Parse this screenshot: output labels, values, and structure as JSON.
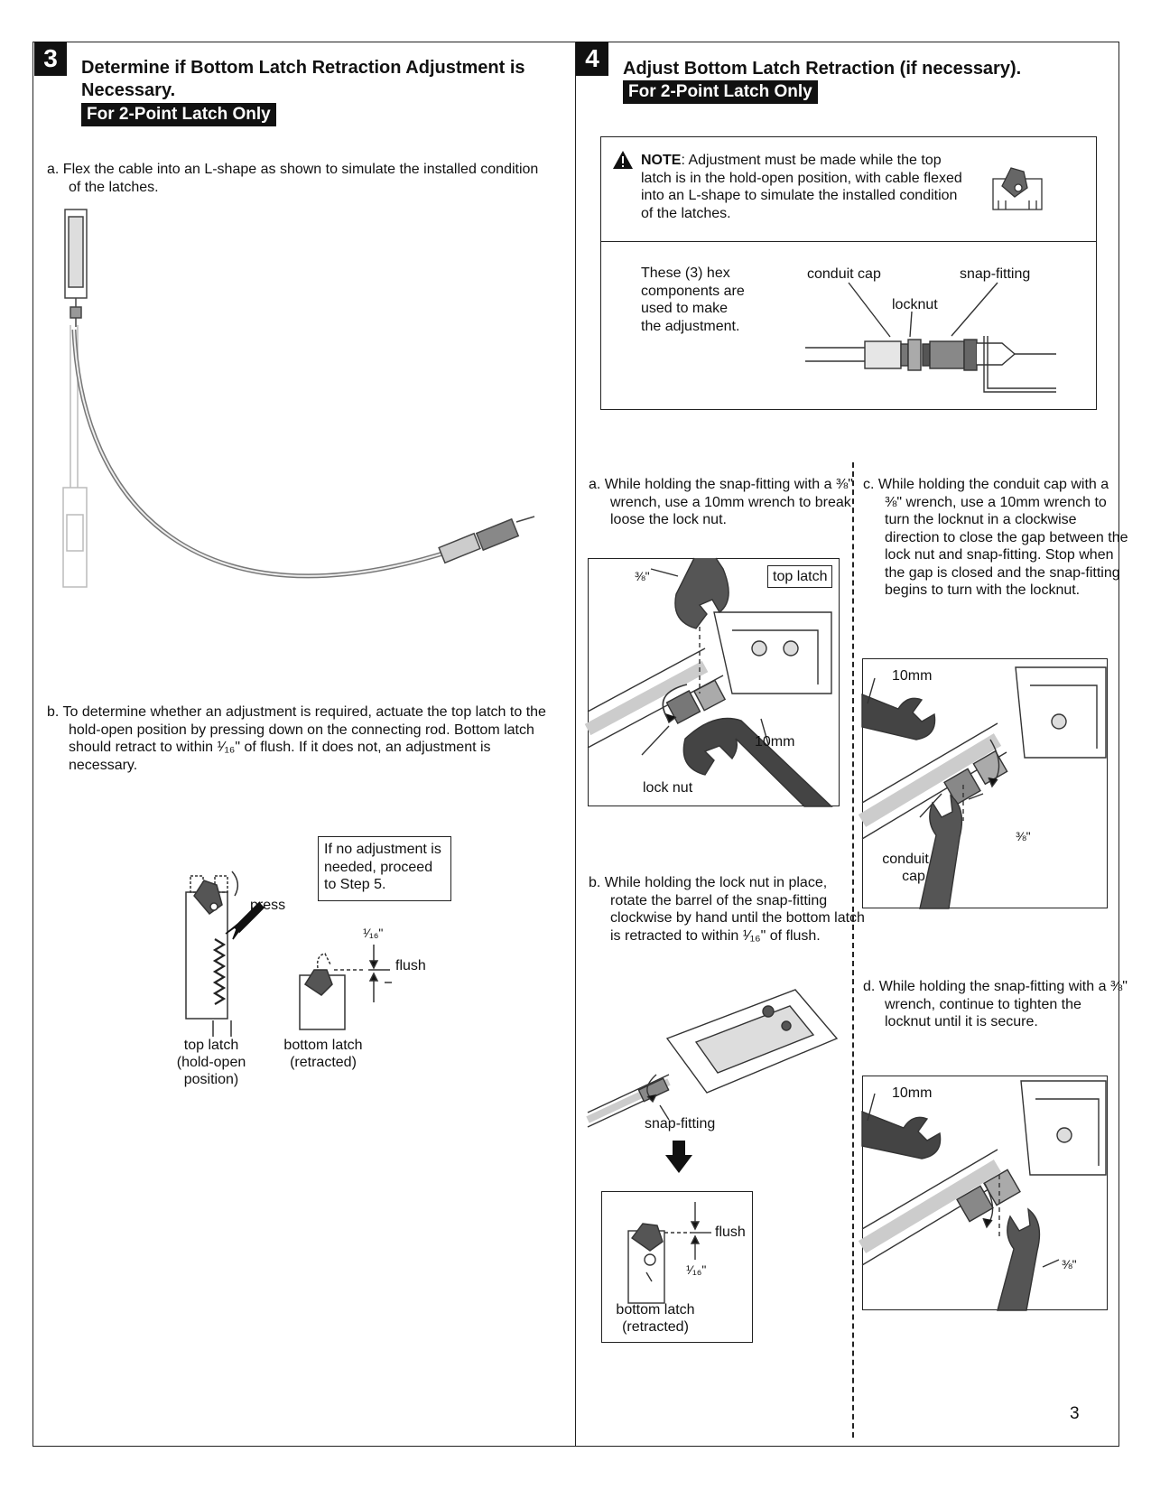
{
  "page_number": "3",
  "step3": {
    "number": "3",
    "title_line1": "Determine if Bottom Latch Retraction Adjustment is",
    "title_line2": "Necessary.",
    "banner": "For 2-Point Latch Only",
    "a_text": "a.  Flex the cable into an L-shape as shown to simulate the installed condition of the latches.",
    "b_text": "b.  To determine whether an adjustment is required, actuate the top latch to the hold-open position by pressing down on the connecting rod. Bottom latch should retract to within ¹⁄₁₆\" of flush. If it does not, an adjustment is necessary.",
    "note_box": "If no adjustment is needed, proceed to Step 5.",
    "label_press": "press",
    "label_sixteenth": "¹⁄₁₆\"",
    "label_flush": "flush",
    "label_top_latch": "top latch",
    "label_hold_open": "(hold-open",
    "label_position": "position)",
    "label_bottom_latch": "bottom latch",
    "label_retracted": "(retracted)"
  },
  "step4": {
    "number": "4",
    "title": "Adjust Bottom Latch Retraction (if necessary).",
    "banner": "For 2-Point Latch Only",
    "note_bold": "NOTE",
    "note_text": ": Adjustment must be made while the top latch is in the hold-open position, with cable flexed into an L-shape to simulate the installed condition of the latches.",
    "hex_text": "These (3) hex components are used to make the adjustment.",
    "label_conduit_cap": "conduit cap",
    "label_locknut": "locknut",
    "label_snap_fitting": "snap-fitting",
    "a_text": "a.  While holding the snap-fitting with a ⅜\" wrench, use a 10mm wrench to break loose the lock nut.",
    "b_text": "b.  While holding the lock nut in place, rotate the barrel of the snap-fitting clockwise by hand until the bottom latch is retracted to within ¹⁄₁₆\" of flush.",
    "c_text": "c.  While holding the conduit cap with a ⅜\" wrench, use a 10mm wrench to turn the locknut in a clockwise direction to close the gap between the lock nut and snap-fitting. Stop when the gap is closed and the snap-fitting begins to turn with the locknut.",
    "d_text": "d.  While holding the snap-fitting with a ⅜\" wrench, continue to tighten the locknut until it is secure.",
    "fig_a": {
      "three_eighths": "⅜\"",
      "top_latch": "top latch",
      "ten_mm": "10mm",
      "lock_nut": "lock nut"
    },
    "fig_b": {
      "snap_fitting": "snap-fitting",
      "flush": "flush",
      "sixteenth": "¹⁄₁₆\"",
      "bottom_latch": "bottom latch",
      "retracted": "(retracted)"
    },
    "fig_c": {
      "ten_mm": "10mm",
      "three_eighths": "⅜\"",
      "conduit": "conduit",
      "cap": "cap"
    },
    "fig_d": {
      "ten_mm": "10mm",
      "three_eighths": "⅜\""
    }
  }
}
